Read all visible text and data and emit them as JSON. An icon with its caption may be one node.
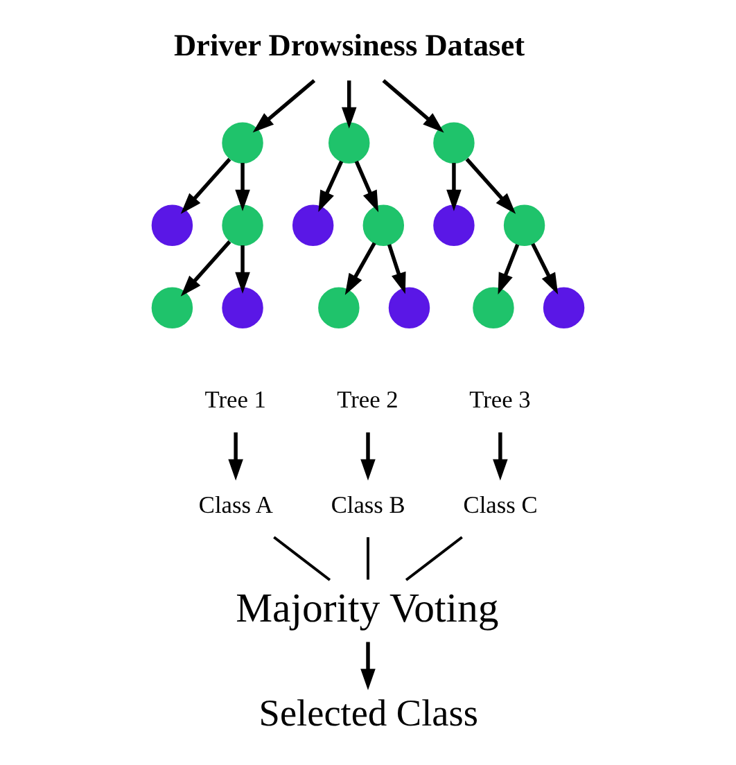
{
  "diagram": {
    "nodes": [
      {
        "text": [
          "Driver Drowsiness Dataset"
        ]
      },
      {
        "text": [],
        "shape": "circle"
      },
      {
        "text": [],
        "shape": "circle"
      },
      {
        "text": [],
        "shape": "circle"
      },
      {
        "text": [],
        "shape": "circle"
      },
      {
        "text": [],
        "shape": "circle"
      },
      {
        "text": [],
        "shape": "circle"
      },
      {
        "text": [],
        "shape": "circle"
      },
      {
        "text": [],
        "shape": "circle"
      },
      {
        "text": [],
        "shape": "circle"
      },
      {
        "text": [],
        "shape": "circle"
      },
      {
        "text": [],
        "shape": "circle"
      },
      {
        "text": [],
        "shape": "circle"
      },
      {
        "text": [],
        "shape": "circle"
      },
      {
        "text": [],
        "shape": "circle"
      },
      {
        "text": [],
        "shape": "circle"
      },
      {
        "text": [
          "Tree 1"
        ]
      },
      {
        "text": [
          "Tree 2"
        ]
      },
      {
        "text": [
          "Tree 3"
        ]
      },
      {
        "text": [
          "Class A"
        ]
      },
      {
        "text": [
          "Class B"
        ]
      },
      {
        "text": [
          "Class C"
        ]
      },
      {
        "text": [
          "Majority Voting"
        ]
      },
      {
        "text": [
          "Selected Class"
        ]
      }
    ],
    "edges": [
      {
        "from": 0,
        "to": 1,
        "arrow": "to"
      },
      {
        "from": 0,
        "to": 6,
        "arrow": "to"
      },
      {
        "from": 0,
        "to": 11,
        "arrow": "to"
      },
      {
        "from": 1,
        "to": 2,
        "arrow": "to"
      },
      {
        "from": 1,
        "to": 3,
        "arrow": "to"
      },
      {
        "from": 3,
        "to": 4,
        "arrow": "to"
      },
      {
        "from": 3,
        "to": 5,
        "arrow": "to"
      },
      {
        "from": 6,
        "to": 7,
        "arrow": "to"
      },
      {
        "from": 6,
        "to": 8,
        "arrow": "to"
      },
      {
        "from": 8,
        "to": 9,
        "arrow": "to"
      },
      {
        "from": 8,
        "to": 10,
        "arrow": "to"
      },
      {
        "from": 11,
        "to": 12,
        "arrow": "to"
      },
      {
        "from": 11,
        "to": 13,
        "arrow": "to"
      },
      {
        "from": 13,
        "to": 14,
        "arrow": "to"
      },
      {
        "from": 13,
        "to": 15,
        "arrow": "to"
      },
      {
        "from": 16,
        "to": 19,
        "arrow": "to"
      },
      {
        "from": 17,
        "to": 20,
        "arrow": "to"
      },
      {
        "from": 18,
        "to": 21,
        "arrow": "to"
      },
      {
        "from": 19,
        "to": 22,
        "arrow": "none"
      },
      {
        "from": 20,
        "to": 22,
        "arrow": "none"
      },
      {
        "from": 21,
        "to": 22,
        "arrow": "none"
      },
      {
        "from": 22,
        "to": 23,
        "arrow": "to"
      }
    ]
  }
}
